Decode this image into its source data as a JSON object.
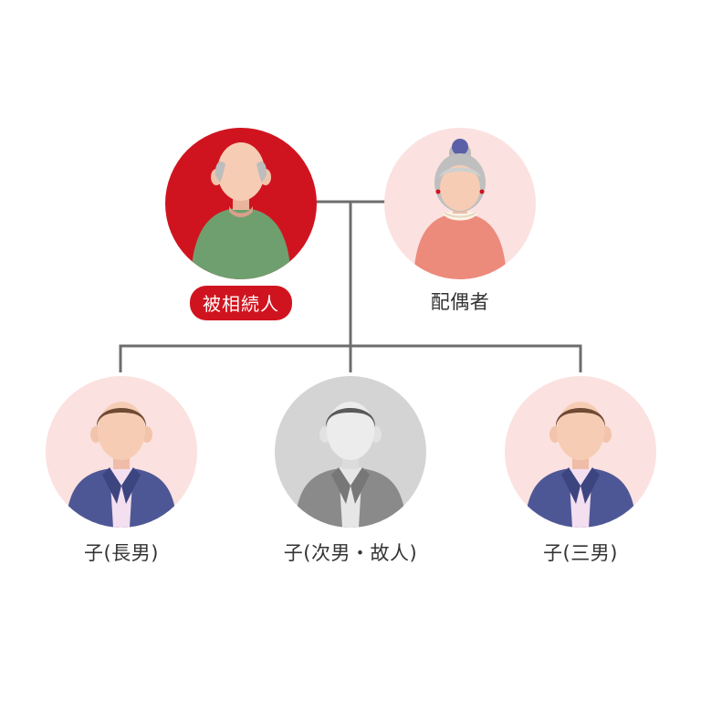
{
  "colors": {
    "deceased_highlight": "#d0141f",
    "person_bg": "#fbe1df",
    "departed_bg": "#d4d4d4",
    "connector": "#6d6d6d"
  },
  "people": {
    "decedent": {
      "label": "被相続人",
      "icon": "elderly-man-icon"
    },
    "spouse": {
      "label": "配偶者",
      "icon": "elderly-woman-icon"
    },
    "eldest_son": {
      "label": "子(長男)",
      "icon": "man-icon"
    },
    "second_son": {
      "label": "子(次男・故人)",
      "icon": "man-icon-grayed"
    },
    "third_son": {
      "label": "子(三男)",
      "icon": "man-icon"
    }
  }
}
